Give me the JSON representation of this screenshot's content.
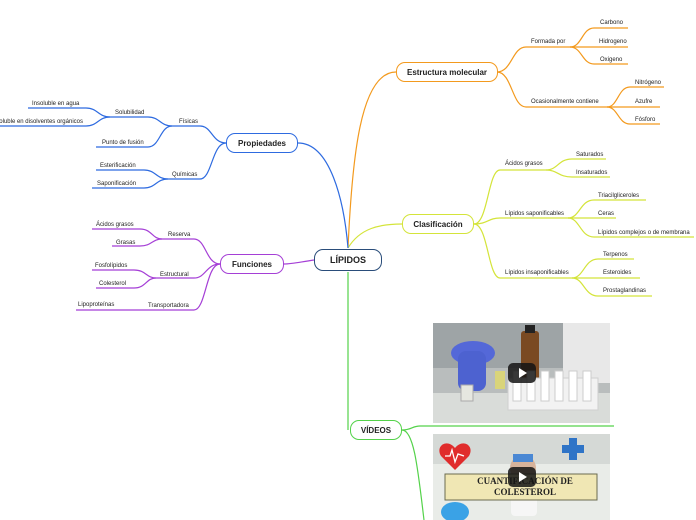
{
  "root": {
    "label": "LÍPIDOS"
  },
  "estructura": {
    "label": "Estructura molecular",
    "formada": {
      "label": "Formada por",
      "items": [
        "Carbono",
        "Hidrogeno",
        "Oxigeno"
      ]
    },
    "ocasional": {
      "label": "Ocasionalmente contiene",
      "items": [
        "Nitrógeno",
        "Azufre",
        "Fósforo"
      ]
    }
  },
  "clasificacion": {
    "label": "Clasificación",
    "acidos": {
      "label": "Ácidos grasos",
      "items": [
        "Saturados",
        "Insaturados"
      ]
    },
    "saponificables": {
      "label": "Lípidos saponificables",
      "items": [
        "Triacilgliceroles",
        "Ceras",
        "Lípidos complejos o de membrana"
      ]
    },
    "insaponificables": {
      "label": "Lípidos insaponificables",
      "items": [
        "Terpenos",
        "Esteroides",
        "Prostaglandinas"
      ]
    }
  },
  "propiedades": {
    "label": "Propiedades",
    "fisicas": {
      "label": "Físicas",
      "solubilidad": {
        "label": "Solubilidad",
        "items": [
          "Insoluble en agua",
          "Soluble en disolventes orgánicos"
        ]
      },
      "fusion": "Punto de fusión"
    },
    "quimicas": {
      "label": "Químicas",
      "items": [
        "Esterificación",
        "Saponificación"
      ]
    }
  },
  "funciones": {
    "label": "Funciones",
    "reserva": {
      "label": "Reserva",
      "items": [
        "Ácidos grasos",
        "Grasas"
      ]
    },
    "estructural": {
      "label": "Estructural",
      "items": [
        "Fosfolípidos",
        "Colesterol"
      ]
    },
    "transportadora": {
      "label": "Transportadora",
      "items": [
        "Lipoproteínas"
      ]
    }
  },
  "videos": {
    "label": "VÍDEOS",
    "video2_title": "CUANTIFICACIÓN DE COLESTEROL"
  },
  "colors": {
    "estructura": "#f39a1e",
    "clasificacion": "#d4e43a",
    "propiedades": "#2e6be0",
    "funciones": "#a53fd6",
    "videos": "#54d24a",
    "root": "#2a4d7a"
  }
}
